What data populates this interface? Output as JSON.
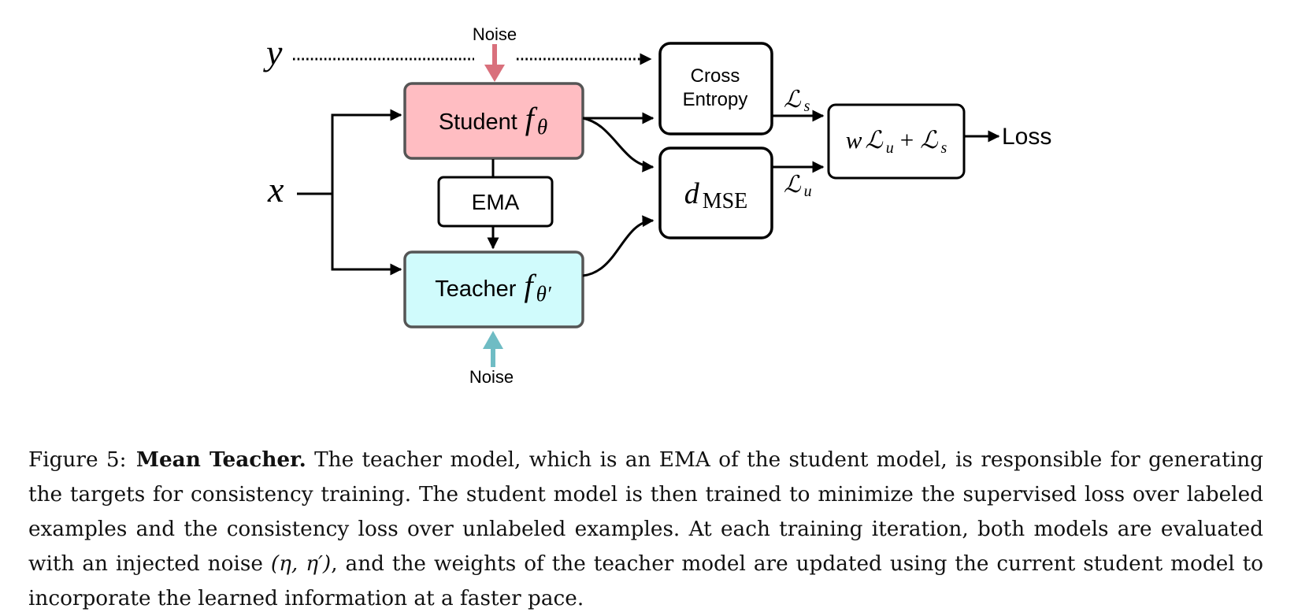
{
  "diagram": {
    "y_label": "y",
    "x_label": "x",
    "noise_top_label": "Noise",
    "noise_bottom_label": "Noise",
    "student": {
      "name": "Student",
      "fn": "f",
      "param": "θ"
    },
    "ema_label": "EMA",
    "teacher": {
      "name": "Teacher",
      "fn": "f",
      "param": "θ′"
    },
    "cross_entropy": {
      "line1": "Cross",
      "line2": "Entropy"
    },
    "dmse": {
      "symbol": "d",
      "sub": "MSE"
    },
    "ls_label": {
      "sym": "ℒ",
      "sub": "s"
    },
    "lu_label": {
      "sym": "ℒ",
      "sub": "u"
    },
    "combine": {
      "w": "w",
      "l1": "ℒ",
      "sub1": "u",
      "plus": "+",
      "l2": "ℒ",
      "sub2": "s"
    },
    "loss_label": "Loss"
  },
  "colors": {
    "student_fill": "#FFBDC2",
    "teacher_fill": "#D0FBFC",
    "box_stroke": "#555555",
    "noise_top_arrow": "#D9707C",
    "noise_bottom_arrow": "#6FBCC4",
    "line": "#000000"
  },
  "caption": {
    "label": "Figure 5:",
    "title": "Mean Teacher.",
    "body_before_math": "The teacher model, which is an EMA of the student model, is responsible for generating the targets for consistency training. The student model is then trained to minimize the supervised loss over labeled examples and the consistency loss over unlabeled examples. At each training iteration, both models are evaluated with an injected noise",
    "math": "(η, η′)",
    "body_after_math": ", and the weights of the teacher model are updated using the current student model to incorporate the learned information at a faster pace."
  }
}
